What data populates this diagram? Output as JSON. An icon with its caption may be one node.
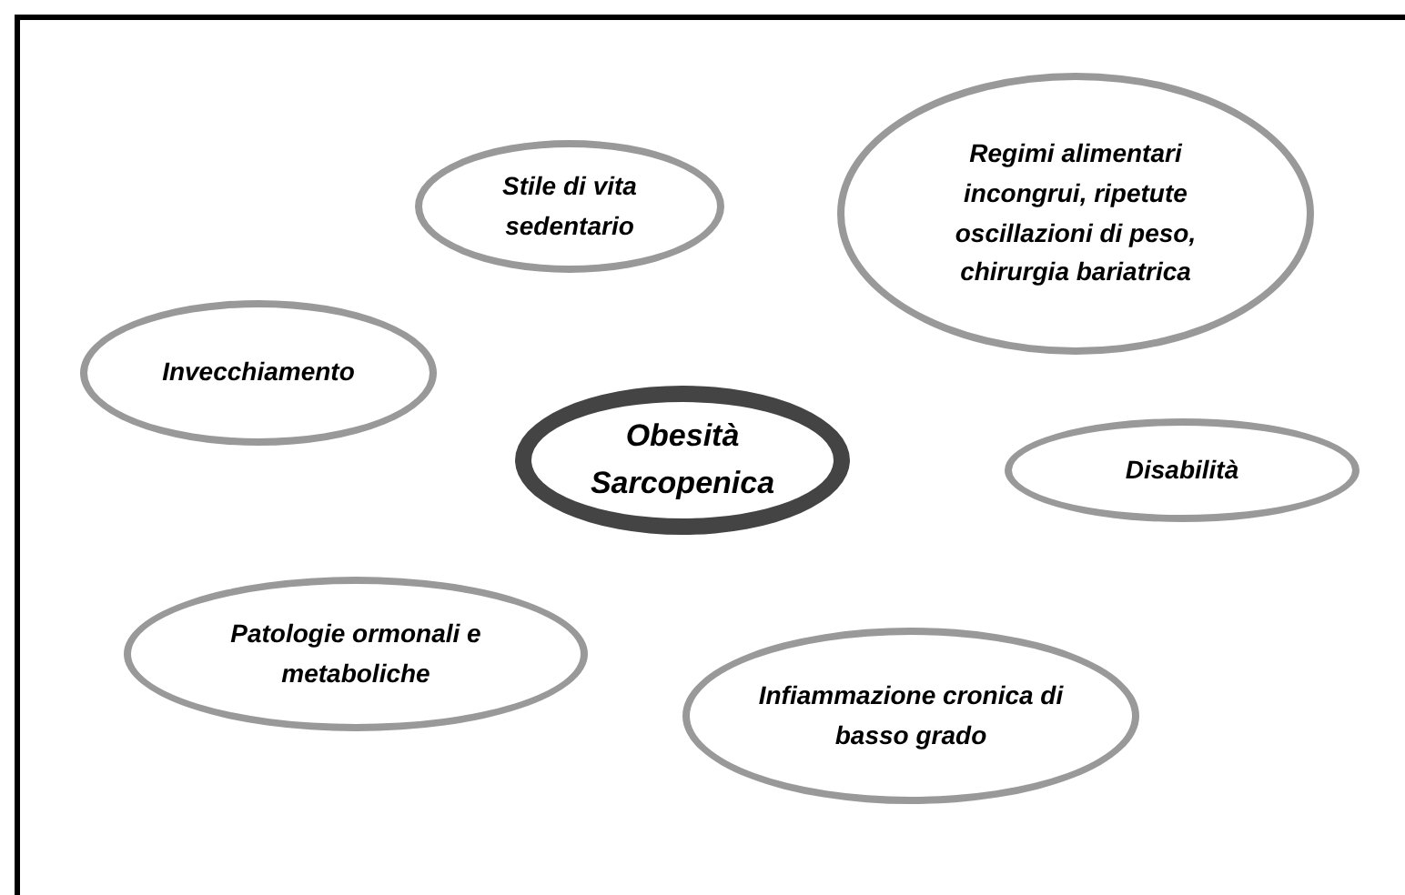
{
  "diagram": {
    "nodes": [
      {
        "text": [
          "Regimi alimentari incongrui, ripetute oscillazioni di peso, chirurgia bariatrica"
        ]
      },
      {
        "text": [
          "Stile di vita sedentario"
        ]
      },
      {
        "text": [
          "Invecchiamento"
        ]
      },
      {
        "text": [
          "Obesità Sarcopenica"
        ]
      },
      {
        "text": [
          "Disabilità"
        ]
      },
      {
        "text": [
          "Patologie ormonali e metaboliche"
        ]
      },
      {
        "text": [
          "Infiammazione cronica di basso grado"
        ]
      }
    ]
  }
}
